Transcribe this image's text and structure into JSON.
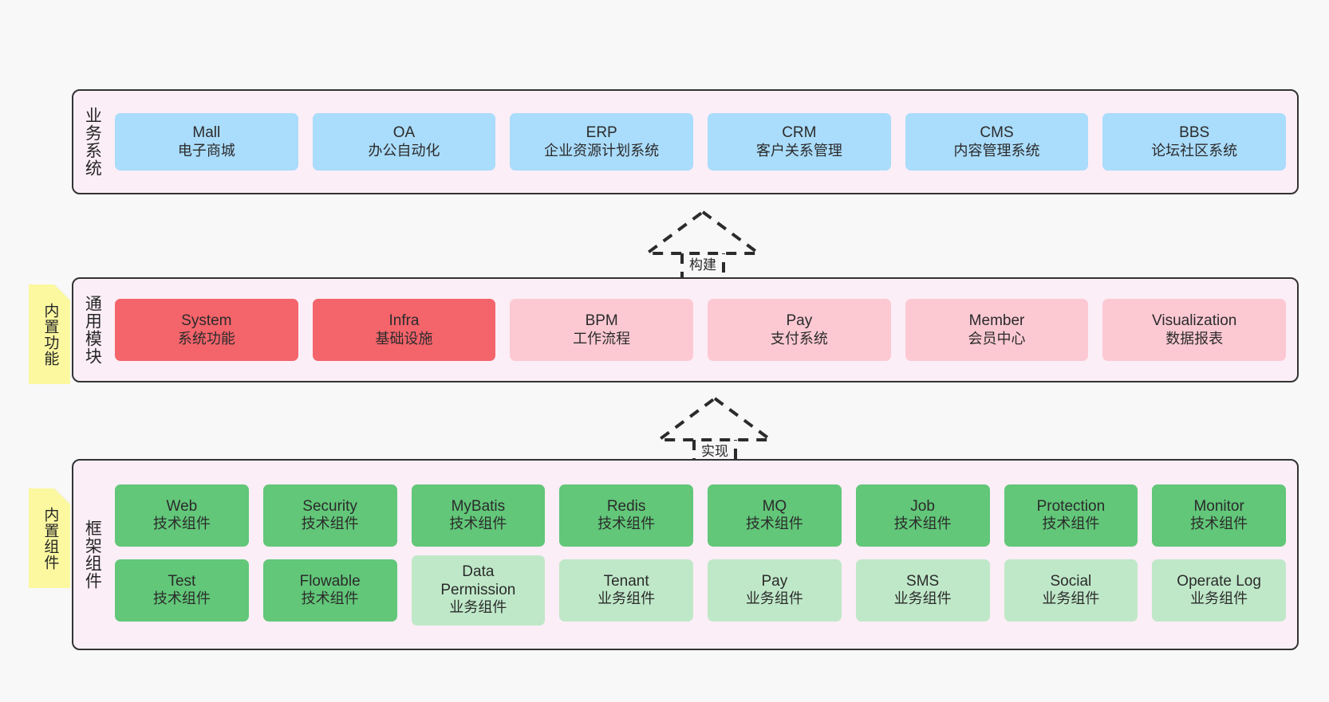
{
  "diagram": {
    "background_color": "#f8f8f8",
    "layer_fill": "#fbeef6",
    "layer_border": "#333333",
    "note_fill": "#fbf8a0"
  },
  "layers": [
    {
      "key": "business",
      "title": "业务系统",
      "rows": [
        {
          "nodes": [
            {
              "en": "Mall",
              "cn": "电子商城",
              "color": "blue",
              "color_hex": "#aadcfb"
            },
            {
              "en": "OA",
              "cn": "办公自动化",
              "color": "blue",
              "color_hex": "#aadcfb"
            },
            {
              "en": "ERP",
              "cn": "企业资源计划系统",
              "color": "blue",
              "color_hex": "#aadcfb"
            },
            {
              "en": "CRM",
              "cn": "客户关系管理",
              "color": "blue",
              "color_hex": "#aadcfb"
            },
            {
              "en": "CMS",
              "cn": "内容管理系统",
              "color": "blue",
              "color_hex": "#aadcfb"
            },
            {
              "en": "BBS",
              "cn": "论坛社区系统",
              "color": "blue",
              "color_hex": "#aadcfb"
            }
          ]
        }
      ]
    },
    {
      "key": "common",
      "title": "通用模块",
      "note": "内置功能",
      "rows": [
        {
          "nodes": [
            {
              "en": "System",
              "cn": "系统功能",
              "color": "red",
              "color_hex": "#f4646b"
            },
            {
              "en": "Infra",
              "cn": "基础设施",
              "color": "red",
              "color_hex": "#f4646b"
            },
            {
              "en": "BPM",
              "cn": "工作流程",
              "color": "pink",
              "color_hex": "#fcc9d3"
            },
            {
              "en": "Pay",
              "cn": "支付系统",
              "color": "pink",
              "color_hex": "#fcc9d3"
            },
            {
              "en": "Member",
              "cn": "会员中心",
              "color": "pink",
              "color_hex": "#fcc9d3"
            },
            {
              "en": "Visualization",
              "cn": "数据报表",
              "color": "pink",
              "color_hex": "#fcc9d3"
            }
          ]
        }
      ]
    },
    {
      "key": "framework",
      "title": "框架组件",
      "note": "内置组件",
      "rows": [
        {
          "nodes": [
            {
              "en": "Web",
              "cn": "技术组件",
              "color": "green",
              "color_hex": "#62c779"
            },
            {
              "en": "Security",
              "cn": "技术组件",
              "color": "green",
              "color_hex": "#62c779"
            },
            {
              "en": "MyBatis",
              "cn": "技术组件",
              "color": "green",
              "color_hex": "#62c779"
            },
            {
              "en": "Redis",
              "cn": "技术组件",
              "color": "green",
              "color_hex": "#62c779"
            },
            {
              "en": "MQ",
              "cn": "技术组件",
              "color": "green",
              "color_hex": "#62c779"
            },
            {
              "en": "Job",
              "cn": "技术组件",
              "color": "green",
              "color_hex": "#62c779"
            },
            {
              "en": "Protection",
              "cn": "技术组件",
              "color": "green",
              "color_hex": "#62c779"
            },
            {
              "en": "Monitor",
              "cn": "技术组件",
              "color": "green",
              "color_hex": "#62c779"
            }
          ]
        },
        {
          "nodes": [
            {
              "en": "Test",
              "cn": "技术组件",
              "color": "green",
              "color_hex": "#62c779"
            },
            {
              "en": "Flowable",
              "cn": "技术组件",
              "color": "green",
              "color_hex": "#62c779"
            },
            {
              "en": "Data Permission",
              "cn": "业务组件",
              "color": "lightgreen",
              "color_hex": "#bfe8c8"
            },
            {
              "en": "Tenant",
              "cn": "业务组件",
              "color": "lightgreen",
              "color_hex": "#bfe8c8"
            },
            {
              "en": "Pay",
              "cn": "业务组件",
              "color": "lightgreen",
              "color_hex": "#bfe8c8"
            },
            {
              "en": "SMS",
              "cn": "业务组件",
              "color": "lightgreen",
              "color_hex": "#bfe8c8"
            },
            {
              "en": "Social",
              "cn": "业务组件",
              "color": "lightgreen",
              "color_hex": "#bfe8c8"
            },
            {
              "en": "Operate Log",
              "cn": "业务组件",
              "color": "lightgreen",
              "color_hex": "#bfe8c8"
            }
          ]
        }
      ]
    }
  ],
  "connectors": [
    {
      "key": "build",
      "label": "构建"
    },
    {
      "key": "implement",
      "label": "实现"
    }
  ]
}
